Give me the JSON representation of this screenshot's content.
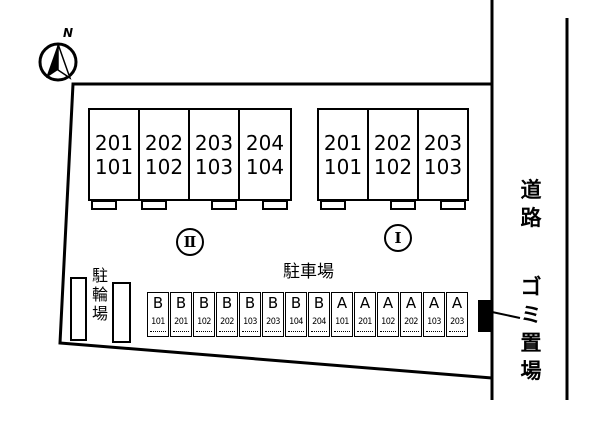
{
  "compass": {
    "north_label": "N"
  },
  "building_2": {
    "number_label": "Ⅱ",
    "units": [
      {
        "upper": "201",
        "lower": "101"
      },
      {
        "upper": "202",
        "lower": "102"
      },
      {
        "upper": "203",
        "lower": "103"
      },
      {
        "upper": "204",
        "lower": "104"
      }
    ]
  },
  "building_1": {
    "number_label": "Ⅰ",
    "units": [
      {
        "upper": "201",
        "lower": "101"
      },
      {
        "upper": "202",
        "lower": "102"
      },
      {
        "upper": "203",
        "lower": "103"
      }
    ]
  },
  "parking": {
    "label": "駐車場",
    "spaces": [
      {
        "building": "B",
        "room": "101"
      },
      {
        "building": "B",
        "room": "201"
      },
      {
        "building": "B",
        "room": "102"
      },
      {
        "building": "B",
        "room": "202"
      },
      {
        "building": "B",
        "room": "103"
      },
      {
        "building": "B",
        "room": "203"
      },
      {
        "building": "B",
        "room": "104"
      },
      {
        "building": "B",
        "room": "204"
      },
      {
        "building": "A",
        "room": "101"
      },
      {
        "building": "A",
        "room": "201"
      },
      {
        "building": "A",
        "room": "102"
      },
      {
        "building": "A",
        "room": "202"
      },
      {
        "building": "A",
        "room": "103"
      },
      {
        "building": "A",
        "room": "203"
      }
    ]
  },
  "bicycle_parking": {
    "label_chars": [
      "駐",
      "輪",
      "場"
    ]
  },
  "road": {
    "label_chars": [
      "道",
      "路"
    ]
  },
  "garbage": {
    "label_chars": [
      "ゴ",
      "ミ",
      "置",
      "場"
    ]
  }
}
